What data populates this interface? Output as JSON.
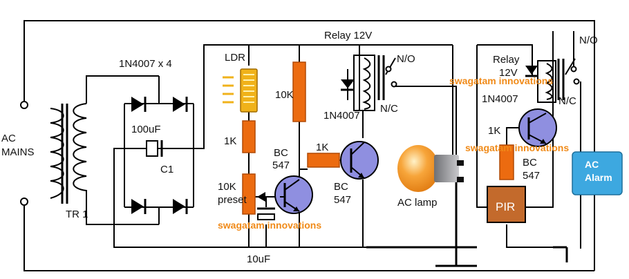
{
  "labels": {
    "ac_mains_line1": "AC",
    "ac_mains_line2": "MAINS",
    "transformer": "TR 1",
    "diode_bridge": "1N4007 x 4",
    "cap_100uf": "100uF",
    "cap_c1": "C1",
    "ldr": "LDR",
    "r_1k_left": "1K",
    "r_10k_preset_line1": "10K",
    "r_10k_preset_line2": "preset",
    "r_10k_top": "10K",
    "bc547_left_line1": "BC",
    "bc547_left_line2": "547",
    "r_1k_mid": "1K",
    "bc547_mid_line1": "BC",
    "bc547_mid_line2": "547",
    "diode_1n4007_mid": "1N4007",
    "relay_main": "Relay 12V",
    "relay_main_no": "N/O",
    "relay_main_nc": "N/C",
    "cap_10uf": "10uF",
    "ac_lamp": "AC lamp",
    "relay_right_line1": "Relay",
    "relay_right_line2": "12V",
    "diode_1n4007_right": "1N4007",
    "relay_right_no": "N/O",
    "relay_right_nc": "N/C",
    "r_1k_right": "1K",
    "bc547_right_line1": "BC",
    "bc547_right_line2": "547",
    "pir": "PIR",
    "ac_alarm_line1": "AC",
    "ac_alarm_line2": "Alarm"
  },
  "watermarks": {
    "bottom": "swagatam innovations",
    "right_top": "swagatam innovations",
    "right_mid": "swagatam innovations"
  },
  "colors": {
    "resistor": "#ec6b10",
    "resistor_stroke": "#b04a06",
    "transistor": "#8f8fe0",
    "pir": "#c36a2c",
    "alarm": "#3da8e0",
    "ldr": "#f0b21a",
    "lamp": "#f7a53a",
    "watermark": "#f08a18"
  }
}
